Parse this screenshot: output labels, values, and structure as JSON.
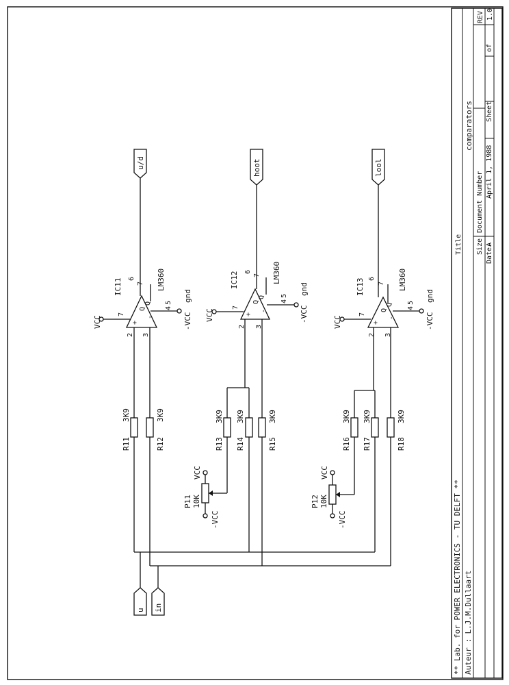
{
  "title_block": {
    "line1": "** Lab. for POWER ELECTRONICS - TU DELFT **",
    "line2": "Auteur : L.J.M.Dullaart",
    "title_label": "Title",
    "title_value": "comparators",
    "size_label": "Size",
    "size_value": "A",
    "doc_label": "Document Number",
    "rev_label": "REV",
    "rev_value": "1.0",
    "date_label": "Date:",
    "date_value": "April  1, 1988",
    "sheet_label": "Sheet",
    "of_label": "of"
  },
  "ports": {
    "up_down": "u/d",
    "high": "hoot",
    "low": "lool",
    "u": "u",
    "in": "in"
  },
  "comparators": [
    {
      "name": "IC11",
      "part": "LM360",
      "pin_out": "6",
      "pin_out2": "7",
      "pin_vcc": "7",
      "pin_in_p": "2",
      "pin_in_n": "3",
      "pin_4": "4",
      "pin_5": "5",
      "pin_q": "Q",
      "pin_qb": "Q",
      "plus": "+",
      "minus": "-",
      "vcc": "VCC",
      "nvcc": "-VCC",
      "gnd": "gnd"
    },
    {
      "name": "IC12",
      "part": "LM360",
      "pin_out": "6",
      "pin_out2": "7",
      "pin_vcc": "7",
      "pin_in_p": "2",
      "pin_in_n": "3",
      "pin_4": "4",
      "pin_5": "5",
      "pin_q": "Q",
      "pin_qb": "Q",
      "plus": "+",
      "minus": "-",
      "vcc": "VCC",
      "nvcc": "-VCC",
      "gnd": "gnd"
    },
    {
      "name": "IC13",
      "part": "LM360",
      "pin_out": "6",
      "pin_out2": "7",
      "pin_vcc": "7",
      "pin_in_p": "2",
      "pin_in_n": "3",
      "pin_4": "4",
      "pin_5": "5",
      "pin_q": "Q",
      "pin_qb": "Q",
      "plus": "+",
      "minus": "-",
      "vcc": "VCC",
      "nvcc": "-VCC",
      "gnd": "gnd"
    }
  ],
  "resistors": [
    {
      "ref": "R11",
      "value": "3K9"
    },
    {
      "ref": "R12",
      "value": "3K9"
    },
    {
      "ref": "R13",
      "value": "3K9"
    },
    {
      "ref": "R14",
      "value": "3K9"
    },
    {
      "ref": "R15",
      "value": "3K9"
    },
    {
      "ref": "R16",
      "value": "3K9"
    },
    {
      "ref": "R17",
      "value": "3K9"
    },
    {
      "ref": "R18",
      "value": "3K9"
    }
  ],
  "pots": [
    {
      "ref": "P11",
      "value": "10K",
      "vcc": "VCC",
      "nvcc": "-VCC"
    },
    {
      "ref": "P12",
      "value": "10K",
      "vcc": "VCC",
      "nvcc": "-VCC"
    }
  ]
}
